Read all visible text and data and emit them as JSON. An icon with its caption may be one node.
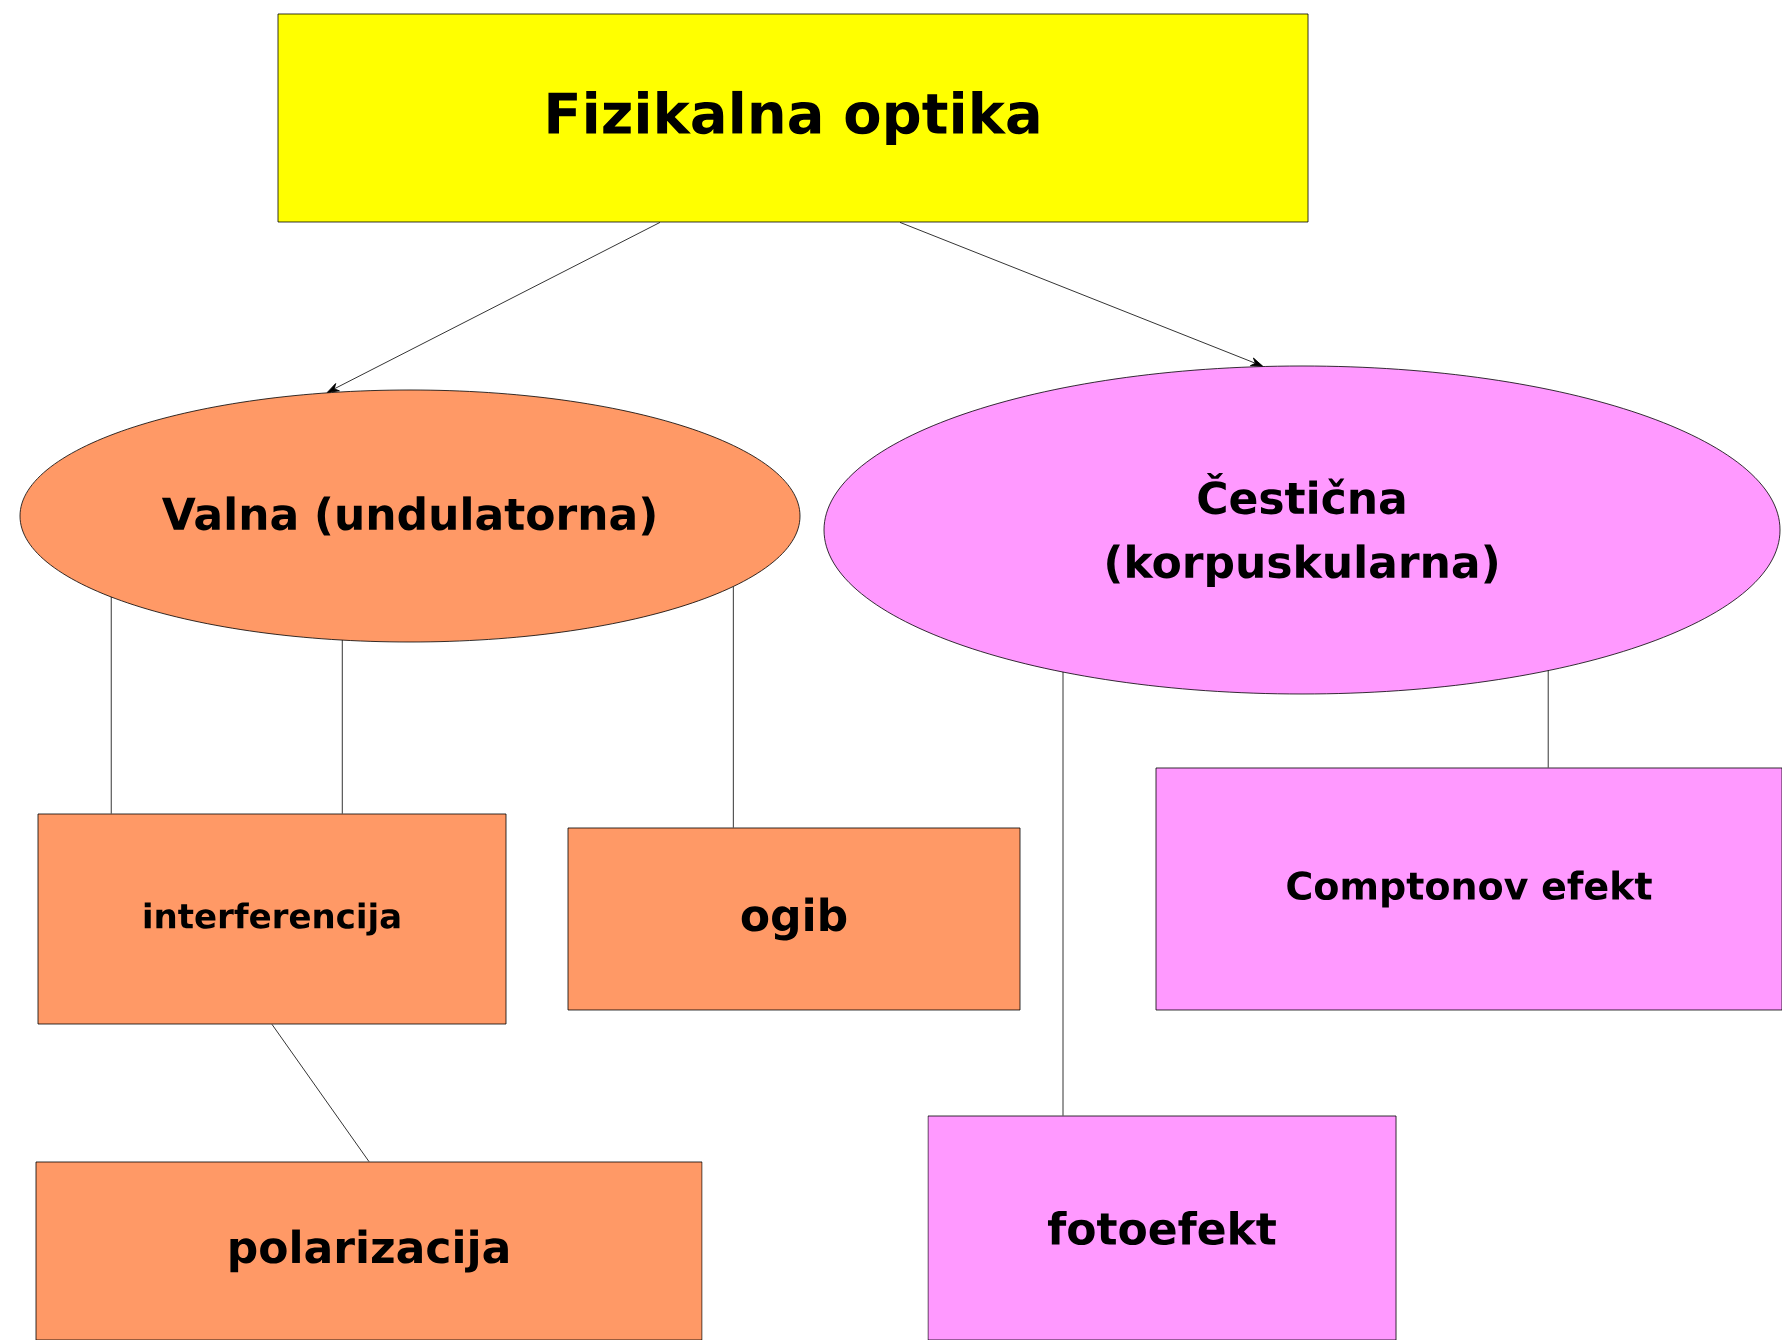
{
  "diagram": {
    "nodes": [
      {
        "text": [
          "Fizikalna optika"
        ]
      },
      {
        "text": [
          "Valna (undulatorna)"
        ]
      },
      {
        "text": [
          "Čestična (korpuskularna)"
        ]
      },
      {
        "text": [
          "interferencija"
        ]
      },
      {
        "text": [
          "ogib"
        ]
      },
      {
        "text": [
          "Comptonov efekt"
        ]
      },
      {
        "text": [
          "polarizacija"
        ]
      },
      {
        "text": [
          "fotoefekt"
        ]
      }
    ],
    "edges": [
      {
        "from": 0,
        "to": 1,
        "arrow": "to"
      },
      {
        "from": 0,
        "to": 2,
        "arrow": "to"
      },
      {
        "from": 1,
        "to": 3,
        "arrow": "none"
      },
      {
        "from": 1,
        "to": 3,
        "arrow": "none"
      },
      {
        "from": 1,
        "to": 4,
        "arrow": "none"
      },
      {
        "from": 3,
        "to": 6,
        "arrow": "none"
      },
      {
        "from": 2,
        "to": 5,
        "arrow": "none"
      },
      {
        "from": 2,
        "to": 7,
        "arrow": "none"
      }
    ]
  }
}
